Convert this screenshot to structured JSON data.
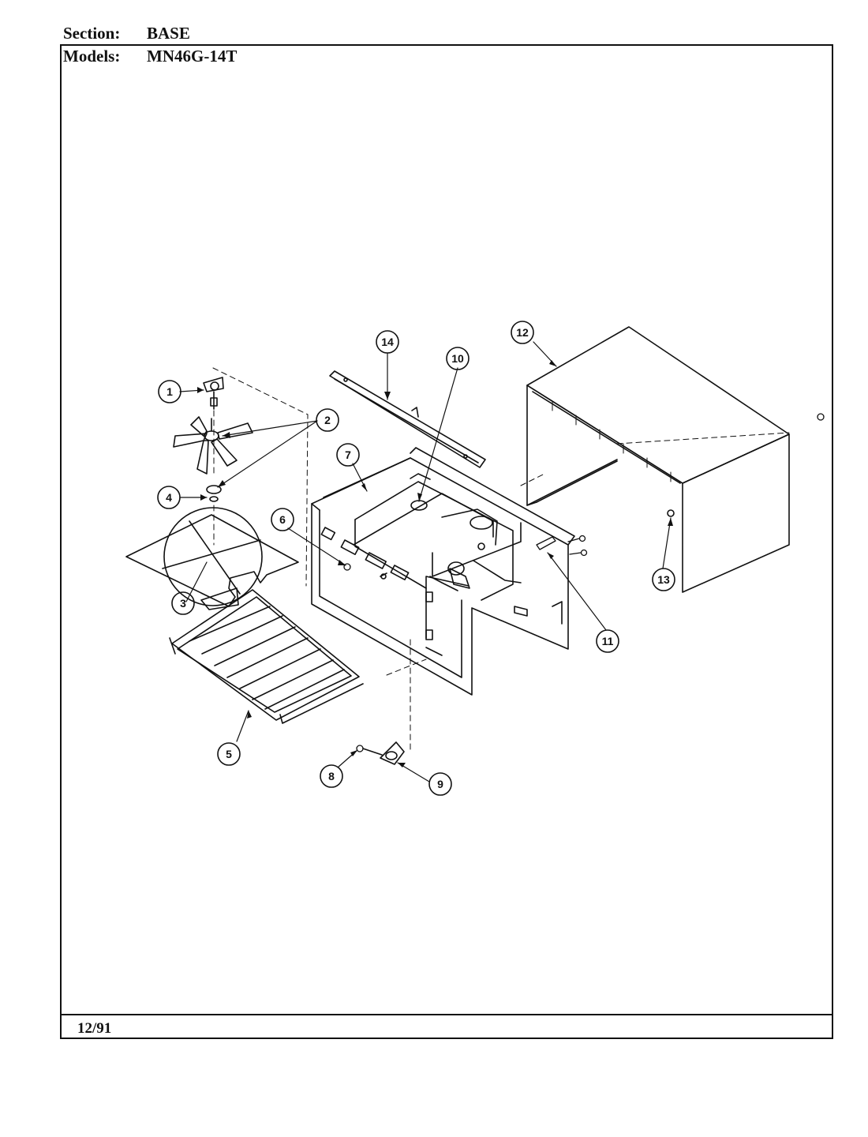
{
  "header": {
    "section_label": "Section:",
    "section_value": "BASE",
    "models_label": "Models:",
    "models_value": "MN46G-14T"
  },
  "footer": {
    "date": "12/91"
  },
  "callouts": [
    "1",
    "2",
    "3",
    "4",
    "5",
    "6",
    "7",
    "8",
    "9",
    "10",
    "11",
    "12",
    "13",
    "14"
  ]
}
